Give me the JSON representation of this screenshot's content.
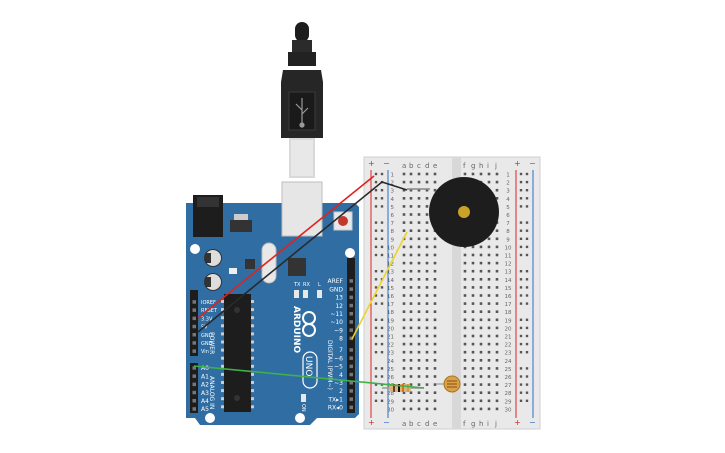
{
  "arduino": {
    "brand": "ARDUINO",
    "model": "UNO",
    "on_label": "ON",
    "tx_label": "TX",
    "rx_label": "RX",
    "l_label": "L",
    "digital_label": "DIGITAL (PWM~)",
    "power_label": "POWER",
    "analog_label": "ANALOG IN",
    "digital_pins": [
      "AREF",
      "GND",
      "13",
      "12",
      "~11",
      "~10",
      "~9",
      "8",
      "7",
      "~6",
      "~5",
      "4",
      "~3",
      "2",
      "TX▸1",
      "RX◂0"
    ],
    "power_pins": [
      "IOREF",
      "RESET",
      "3.3V",
      "5V",
      "GND",
      "GND",
      "Vin"
    ],
    "analog_pins": [
      "A0",
      "A1",
      "A2",
      "A3",
      "A4",
      "A5"
    ]
  },
  "breadboard": {
    "cols_left": [
      "a",
      "b",
      "c",
      "d",
      "e"
    ],
    "cols_right": [
      "f",
      "g",
      "h",
      "i",
      "j"
    ],
    "rows": 30,
    "plus_label": "+",
    "minus_label": "−"
  },
  "colors": {
    "board": "#2f6da3",
    "wire_red": "#e0231d",
    "wire_black": "#2a2a2a",
    "wire_yellow": "#ecd22a",
    "wire_green": "#3fb04a",
    "rail_red": "#e0231d",
    "rail_blue": "#2b6fc4"
  }
}
